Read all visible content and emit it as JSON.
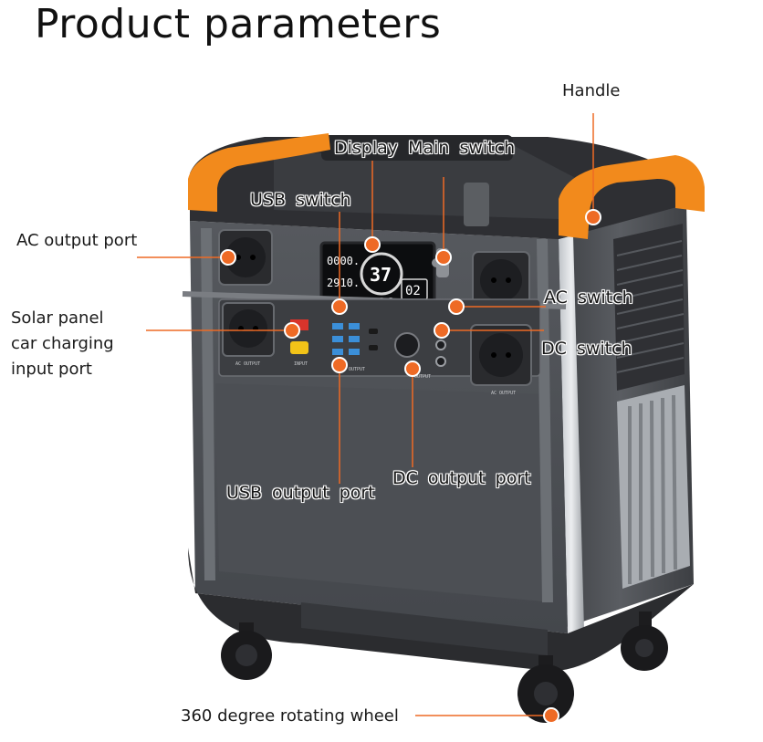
{
  "title": "Product parameters",
  "labels": {
    "handle": "Handle",
    "display_main_switch": "Display Main switch",
    "usb_switch": "USB switch",
    "ac_output_port": "AC output port",
    "solar_line1": "Solar panel",
    "solar_line2": "car charging",
    "solar_line3": "input port",
    "ac_switch": "AC switch",
    "dc_switch": "DC switch",
    "usb_output_port": "USB output port",
    "dc_output_port": "DC output port",
    "wheel": "360 degree rotating wheel"
  },
  "display": {
    "left_top": "0000.",
    "left_bottom": "2910.",
    "ring_value": "37",
    "right_value": "02"
  },
  "panel_text": {
    "ac_output": "AC OUTPUT",
    "input": "INPUT",
    "output": "OUTPUT"
  },
  "colors": {
    "accent_orange": "#f28a1c",
    "marker": "#ee6a25",
    "body_dark": "#4a4d52",
    "body_black": "#2b2c2f"
  }
}
